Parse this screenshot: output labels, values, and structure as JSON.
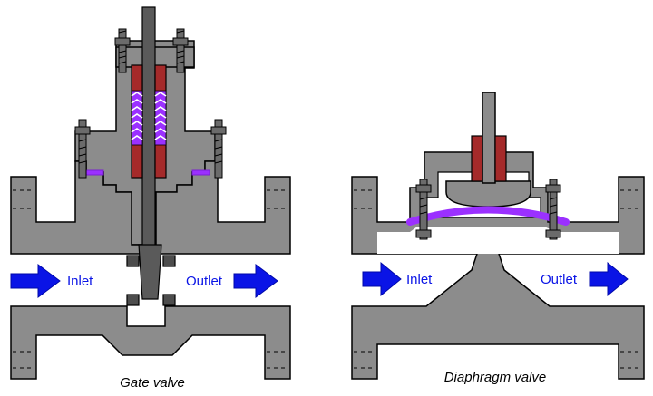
{
  "gate_valve": {
    "caption": "Gate valve",
    "inlet_label": "Inlet",
    "outlet_label": "Outlet"
  },
  "diaphragm_valve": {
    "caption": "Diaphragm valve",
    "inlet_label": "Inlet",
    "outlet_label": "Outlet"
  },
  "colors": {
    "body": "#8c8c8c",
    "packing": "#a52a2a",
    "gasket_and_diaphragm": "#9b30ff",
    "flow_arrow": "#0a14e6"
  }
}
